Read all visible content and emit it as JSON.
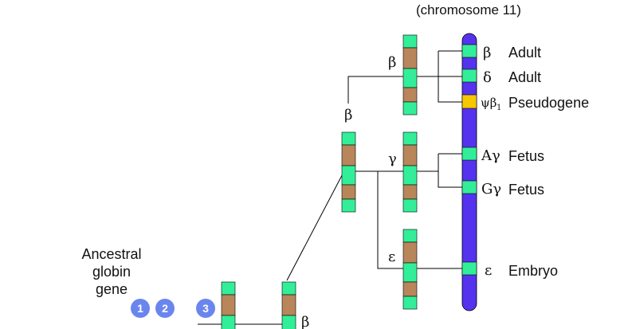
{
  "title": "(chromosome 11)",
  "ancestral_label": [
    "Ancestral",
    "globin",
    "gene"
  ],
  "steps": [
    "1",
    "2",
    "3"
  ],
  "colors": {
    "exon": "#33ee99",
    "intron": "#b8865a",
    "chromosome": "#5533ee",
    "pseudogene": "#f5c800",
    "step_badge": "#6a86ee",
    "line": "#000000"
  },
  "gene_labels": {
    "beta_bottom": "β",
    "beta_mid": "β",
    "beta_top": "β",
    "gamma": "γ",
    "epsilon": "ε"
  },
  "chromosome_genes": [
    {
      "symbol": "β",
      "stage": "Adult"
    },
    {
      "symbol": "δ",
      "stage": "Adult"
    },
    {
      "symbol": "ψβ",
      "subscript": "1",
      "stage": "Pseudogene"
    },
    {
      "symbol": "Aγ",
      "stage": "Fetus"
    },
    {
      "symbol": "Gγ",
      "stage": "Fetus"
    },
    {
      "symbol": "ε",
      "stage": "Embryo"
    }
  ]
}
